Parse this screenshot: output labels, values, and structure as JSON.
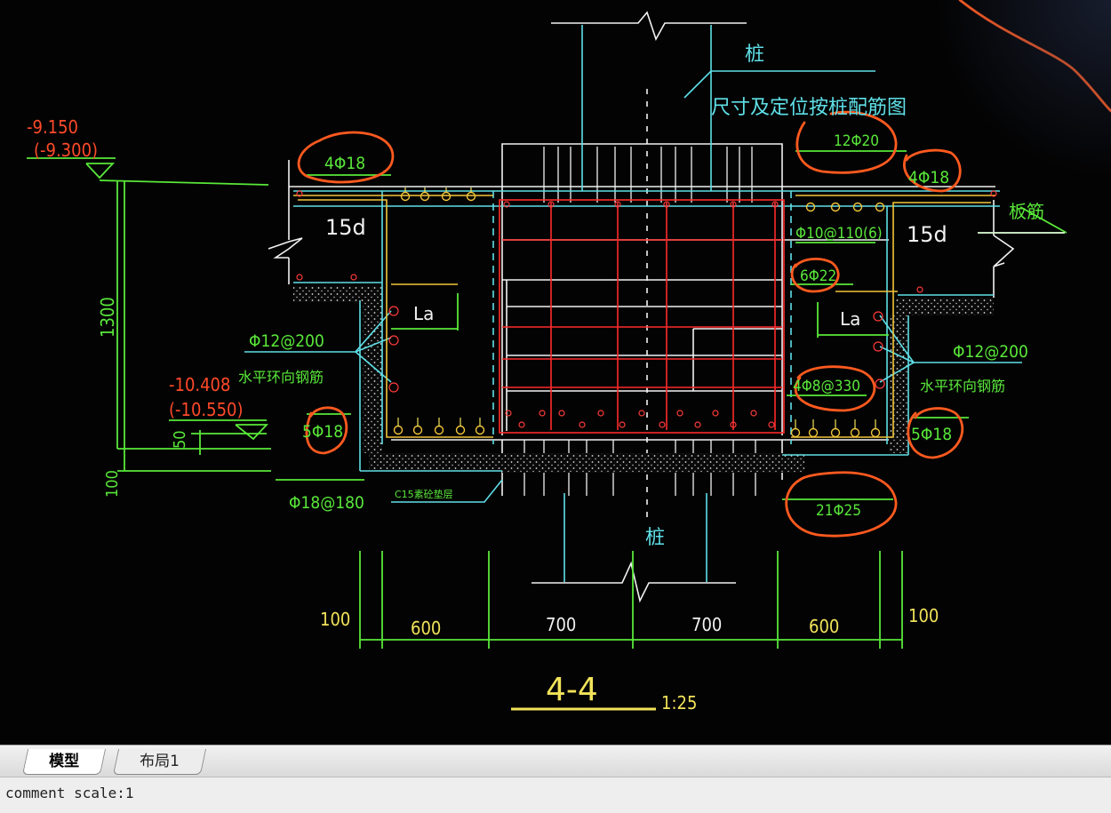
{
  "drawing": {
    "title": "4-4",
    "scale": "1:25",
    "pile_top_label": "桩",
    "pile_bottom_label": "桩",
    "note": "尺寸及定位按桩配筋图",
    "slab_rebar_label": "板筋",
    "elev_top_1": "-9.150",
    "elev_top_2": "(-9.300)",
    "elev_bot_1": "-10.408",
    "elev_bot_2": "(-10.550)",
    "dim_height": "1300",
    "dim_50": "50",
    "dim_100_left": "100",
    "top_left_bar": "4Φ18",
    "top_right_bar": "4Φ18",
    "top_mid_bar": "12Φ20",
    "bot_left_bar": "5Φ18",
    "bot_right_bar": "5Φ18",
    "bot_mid_bar": "21Φ25",
    "stirrup": "Φ10@110(6)",
    "waist_bar": "6Φ22",
    "web_bar": "4Φ8@330",
    "horiz_ring_left": "Φ12@200",
    "horiz_ring_right": "Φ12@200",
    "horiz_ring_label_left": "水平环向钢筋",
    "horiz_ring_label_right": "水平环向钢筋",
    "bottom_bar_spacing": "Φ18@180",
    "cushion": "C15素砼垫层",
    "anchor_15d_left": "15d",
    "anchor_15d_right": "15d",
    "la_left": "La",
    "la_right": "La",
    "dims_bottom": [
      "100",
      "600",
      "700",
      "700",
      "600",
      "100"
    ]
  },
  "tabs": [
    {
      "label": "模型",
      "active": true
    },
    {
      "label": "布局1",
      "active": false
    }
  ],
  "command_line": "comment scale:1",
  "colors": {
    "background": "#000000",
    "cyan": "#5fe0e8",
    "green": "#59e83a",
    "yellow": "#f2e35a",
    "red": "#ff2a2a",
    "white": "#f2f2f2",
    "orange_markup": "#ff5a1f"
  }
}
